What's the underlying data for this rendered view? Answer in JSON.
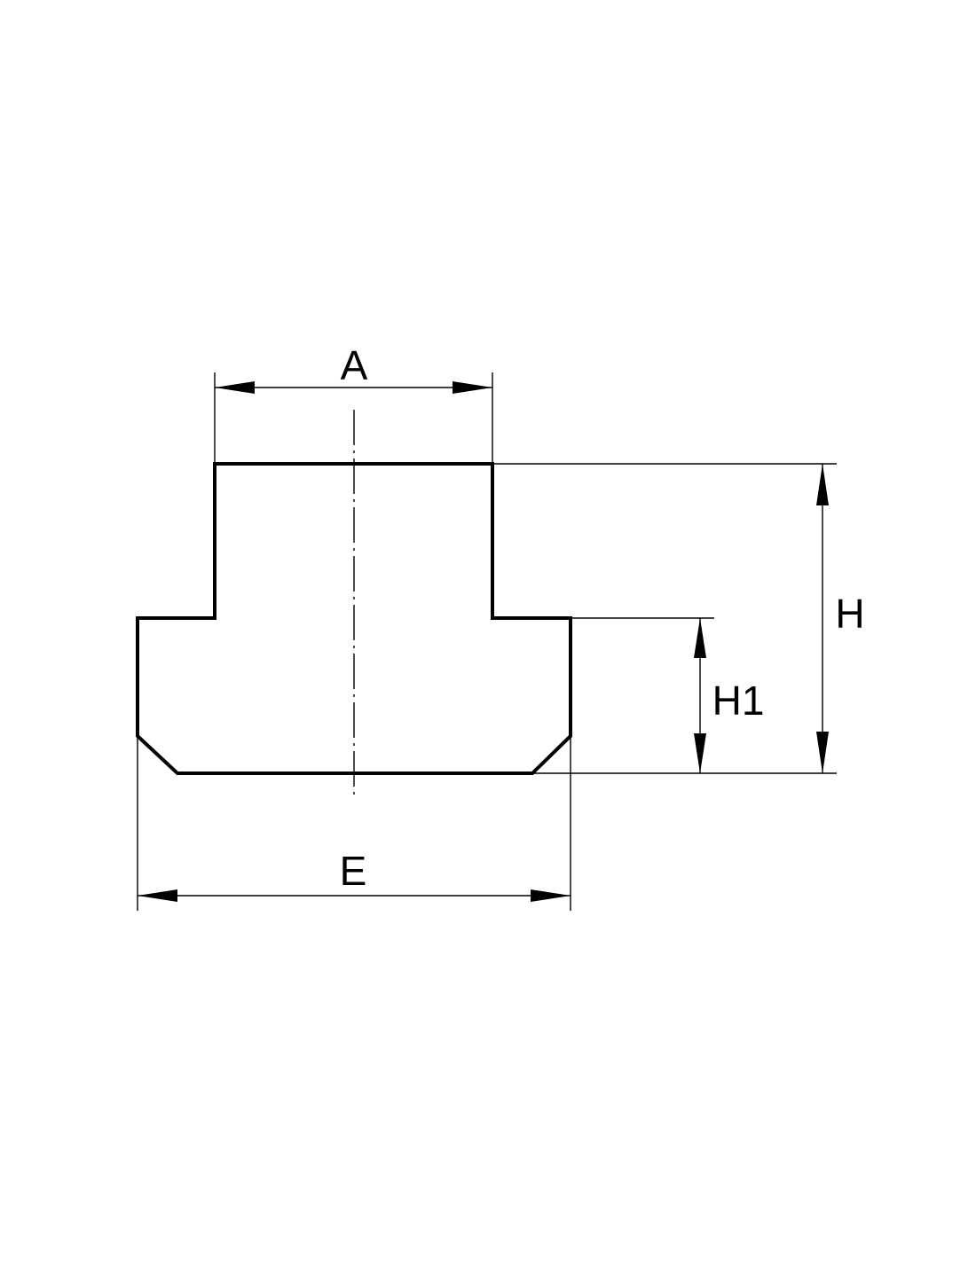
{
  "diagram": {
    "labels": {
      "A": "A",
      "H": "H",
      "H1": "H1",
      "E": "E"
    }
  }
}
